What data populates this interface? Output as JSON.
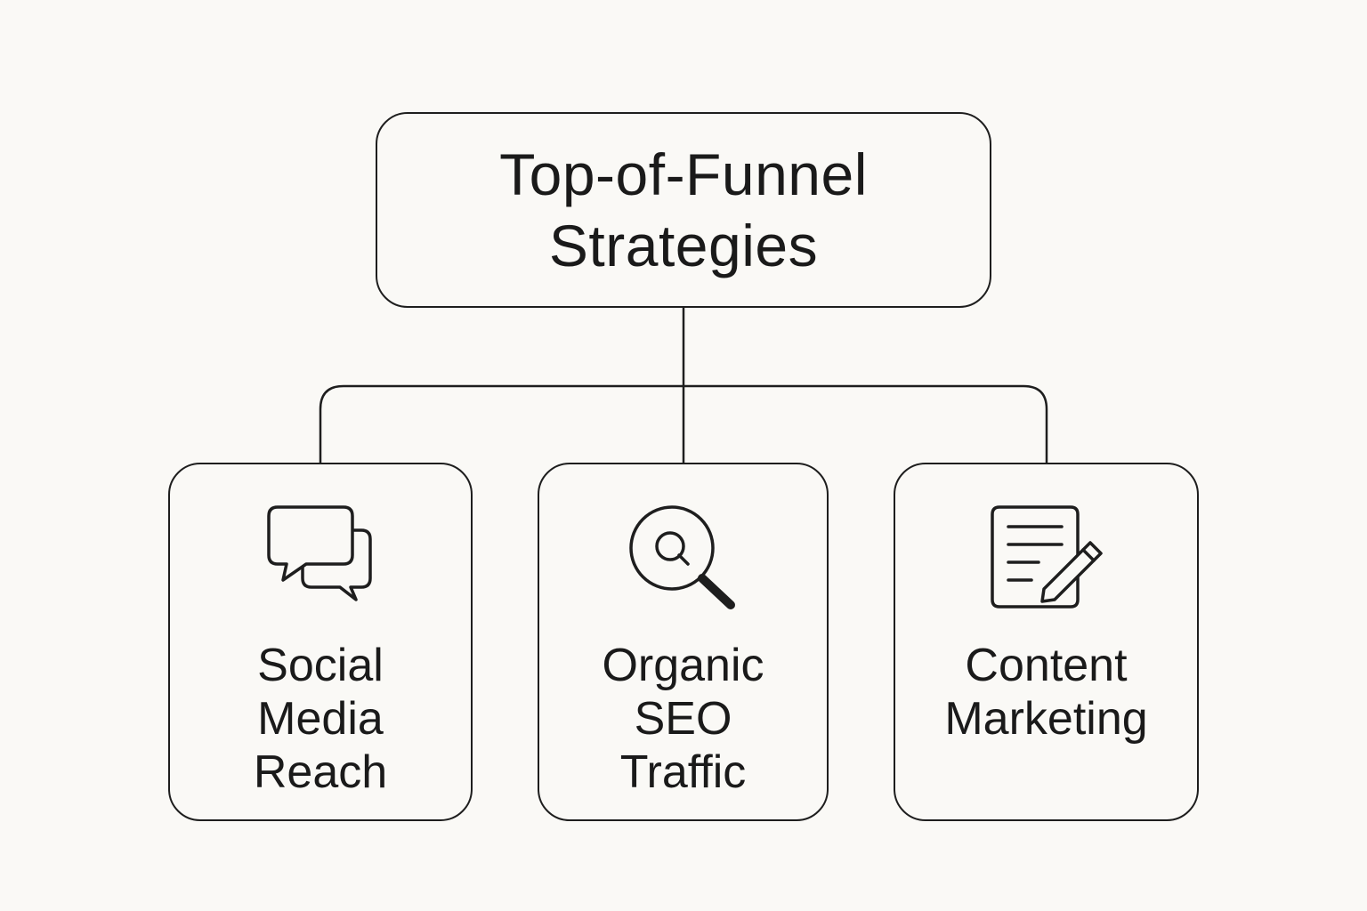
{
  "root": {
    "title": "Top-of-Funnel\nStrategies"
  },
  "children": [
    {
      "label": "Social\nMedia\nReach",
      "icon": "chat-bubbles-icon"
    },
    {
      "label": "Organic\nSEO\nTraffic",
      "icon": "magnifier-icon"
    },
    {
      "label": "Content\nMarketing",
      "icon": "document-pencil-icon"
    }
  ],
  "colors": {
    "background": "#faf9f6",
    "stroke": "#1e1e1e",
    "text": "#1a1a1a"
  }
}
